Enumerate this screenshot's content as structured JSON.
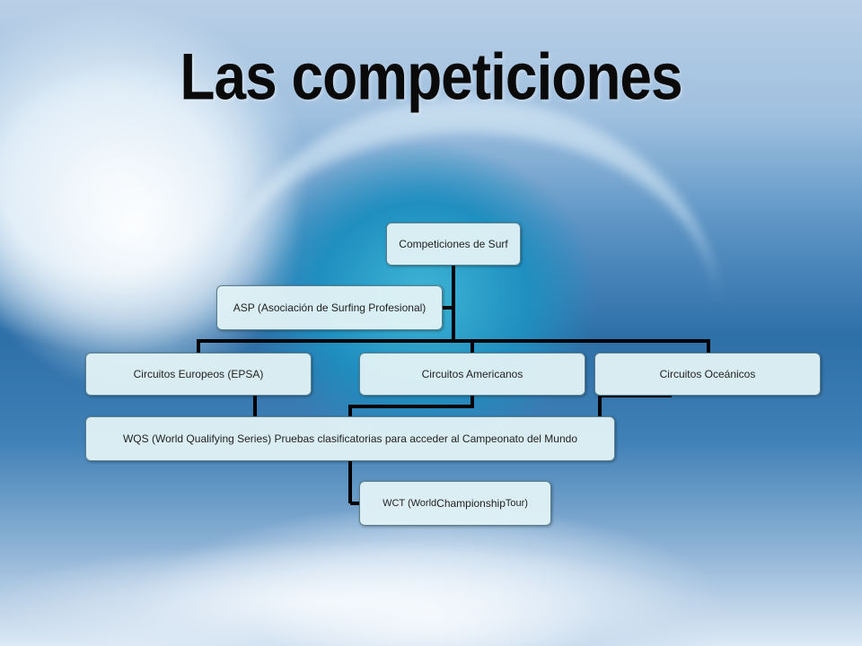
{
  "slide": {
    "title": "Las competiciones"
  },
  "diagram": {
    "root": "Competiciones de Surf",
    "assistant": "ASP (Asociación de Surfing Profesional)",
    "circuits": [
      "Circuitos Europeos (EPSA)",
      "Circuitos Americanos",
      "Circuitos Oceánicos"
    ],
    "wqs": "WQS (World Qualifying Series)  Pruebas clasificatorias para acceder al Campeonato del Mundo",
    "wct": {
      "prefix": "WCT (World ",
      "emphasis": "Championship",
      "suffix": " Tour)"
    }
  }
}
